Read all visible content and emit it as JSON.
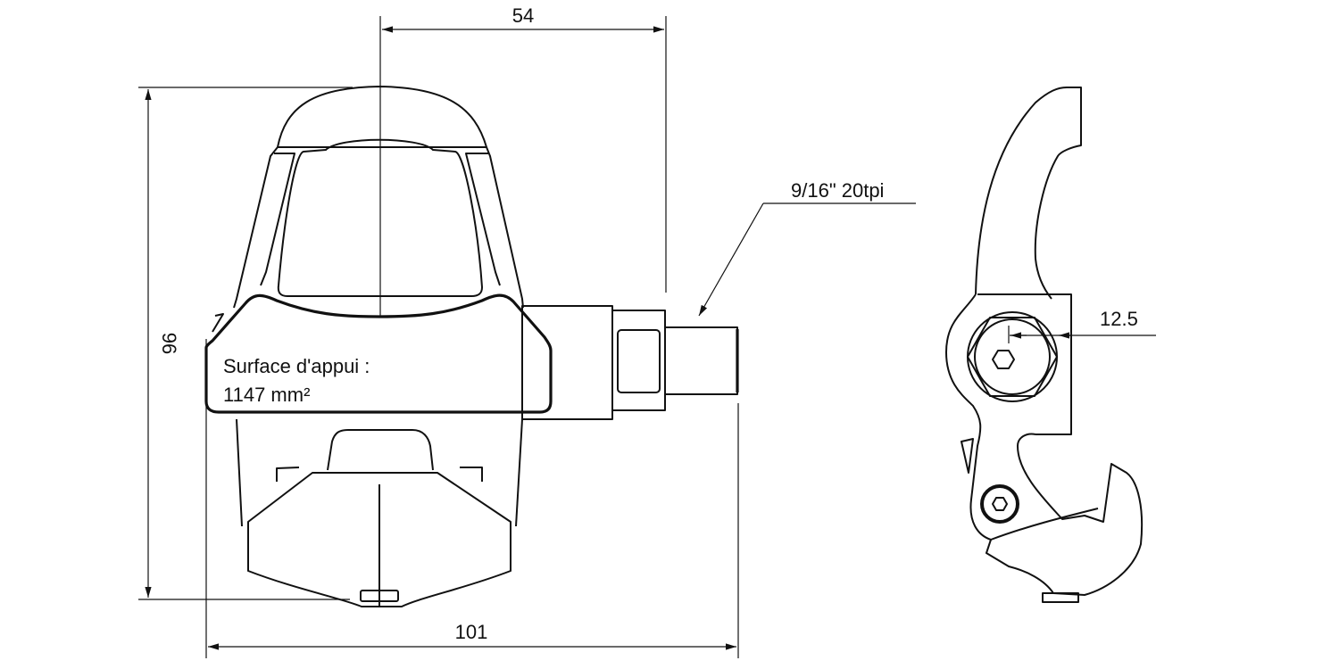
{
  "drawing": {
    "dimensions": {
      "spindle_offset": "54",
      "length": "96",
      "width": "101",
      "stack_height": "12.5"
    },
    "thread_label": "9/16\" 20tpi",
    "surface_label_line1": "Surface d'appui :",
    "surface_label_line2": "1147 mm²",
    "line_color": "#111111",
    "background": "#ffffff"
  }
}
